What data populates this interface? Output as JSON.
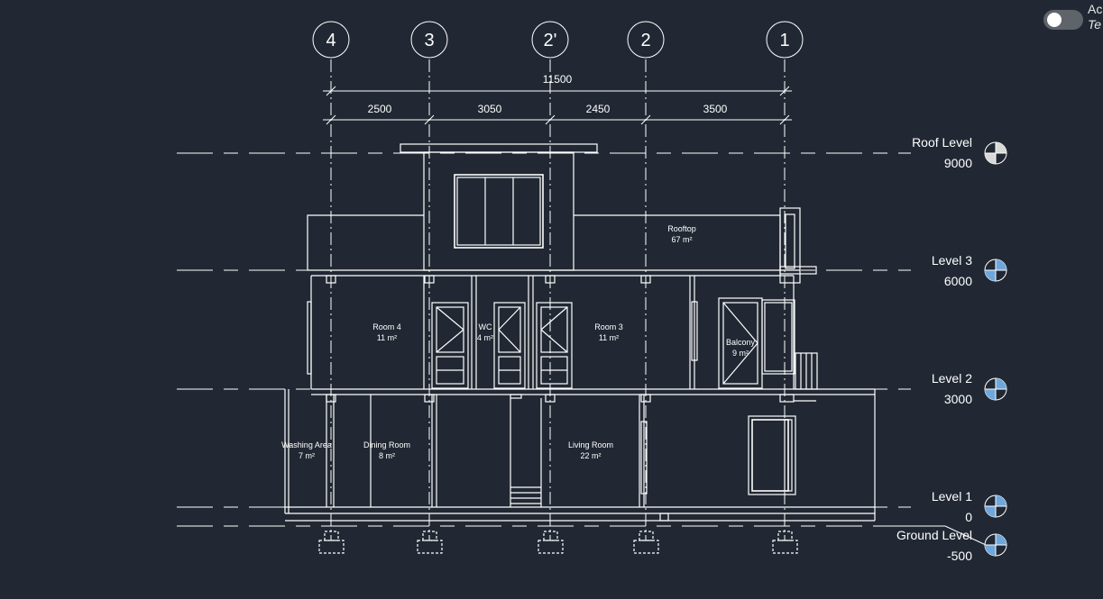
{
  "grid_bubbles": [
    "4",
    "3",
    "2'",
    "2",
    "1"
  ],
  "dimensions": {
    "overall": "11500",
    "segments": [
      "2500",
      "3050",
      "2450",
      "3500"
    ]
  },
  "levels": [
    {
      "name": "Roof Level",
      "elevation": "9000"
    },
    {
      "name": "Level 3",
      "elevation": "6000"
    },
    {
      "name": "Level 2",
      "elevation": "3000"
    },
    {
      "name": "Level 1",
      "elevation": "0"
    },
    {
      "name": "Ground Level",
      "elevation": "-500"
    }
  ],
  "rooms": [
    {
      "name": "Rooftop",
      "area": "67 m²"
    },
    {
      "name": "Room 4",
      "area": "11 m²"
    },
    {
      "name": "WC",
      "area": "4 m²"
    },
    {
      "name": "Room 3",
      "area": "11 m²"
    },
    {
      "name": "Balcony",
      "area": "9 m²"
    },
    {
      "name": "Washing Area",
      "area": "7 m²"
    },
    {
      "name": "Dining Room",
      "area": "8 m²"
    },
    {
      "name": "Living Room",
      "area": "22 m²"
    }
  ],
  "toggle": {
    "label": "Ac",
    "sublabel": "Te"
  },
  "colors": {
    "background": "#212833",
    "lines": "#ffffff",
    "level_marker_blue": "#6fa7dc"
  }
}
